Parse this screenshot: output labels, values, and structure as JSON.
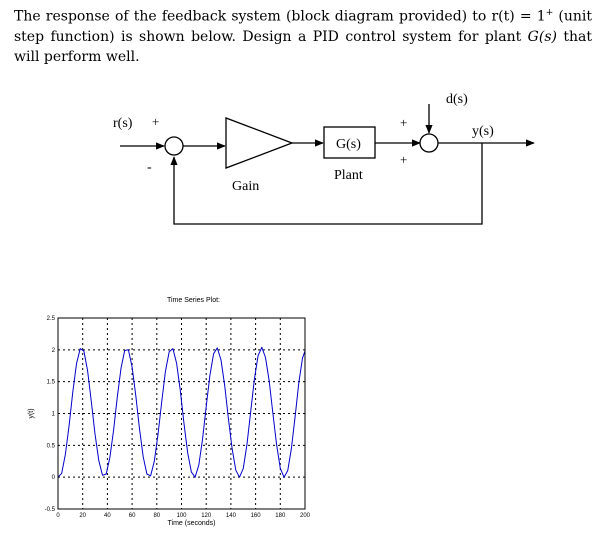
{
  "problem": {
    "line1": "The response of the feedback system (block diagram provided) to r(t) = 1",
    "sup": "+",
    "line1_end": " (unit step",
    "line2_a": "function) is shown below.  Design a PID control system for plant ",
    "line2_gs": "G(s)",
    "line2_b": " that will perform",
    "line3": "well."
  },
  "diagram": {
    "input_label": "r(s)",
    "input_plus": "+",
    "feedback_minus": "-",
    "gain_label": "Gain",
    "plant_block": "G(s)",
    "plant_label": "Plant",
    "disturbance_label": "d(s)",
    "dist_plus": "+",
    "plant_plus": "+",
    "output_label": "y(s)"
  },
  "chart_data": {
    "type": "line",
    "title": "Time Series Plot:",
    "xlabel": "Time (seconds)",
    "ylabel": "y(t)",
    "xlim": [
      0,
      200
    ],
    "ylim": [
      -0.5,
      2.5
    ],
    "xticks": [
      "0",
      "20",
      "40",
      "60",
      "80",
      "100",
      "120",
      "140",
      "160",
      "180",
      "200"
    ],
    "yticks": [
      "-0.5",
      "0",
      "0.5",
      "1",
      "1.5",
      "2",
      "2.5"
    ],
    "grid": true,
    "series": [
      {
        "color": "#0000cc",
        "x": [
          0,
          3,
          6,
          9,
          12,
          15,
          18,
          21,
          24,
          27,
          30,
          33,
          36,
          39,
          42,
          45,
          48,
          51,
          54,
          57,
          60,
          63,
          66,
          69,
          72,
          75,
          78,
          81,
          84,
          87,
          90,
          93,
          96,
          99,
          102,
          105,
          108,
          111,
          114,
          117,
          120,
          123,
          126,
          129,
          132,
          135,
          138,
          141,
          144,
          147,
          150,
          153,
          156,
          159,
          162,
          165,
          168,
          171,
          174,
          177,
          180,
          183,
          186,
          189,
          192,
          195,
          198,
          200
        ],
        "y": [
          0,
          0.06,
          0.36,
          0.81,
          1.34,
          1.78,
          2.02,
          1.98,
          1.67,
          1.19,
          0.68,
          0.26,
          0.03,
          0.05,
          0.31,
          0.74,
          1.26,
          1.71,
          1.99,
          2.0,
          1.73,
          1.28,
          0.76,
          0.32,
          0.05,
          0.02,
          0.25,
          0.67,
          1.18,
          1.66,
          1.97,
          2.02,
          1.79,
          1.36,
          0.84,
          0.38,
          0.08,
          0.0,
          0.19,
          0.59,
          1.11,
          1.6,
          1.94,
          2.03,
          1.84,
          1.44,
          0.92,
          0.45,
          0.11,
          0.0,
          0.14,
          0.52,
          1.03,
          1.54,
          1.91,
          2.04,
          1.88,
          1.51,
          1.0,
          0.51,
          0.14,
          0.0,
          0.1,
          0.45,
          0.95,
          1.48,
          1.87,
          1.98
        ]
      }
    ]
  }
}
